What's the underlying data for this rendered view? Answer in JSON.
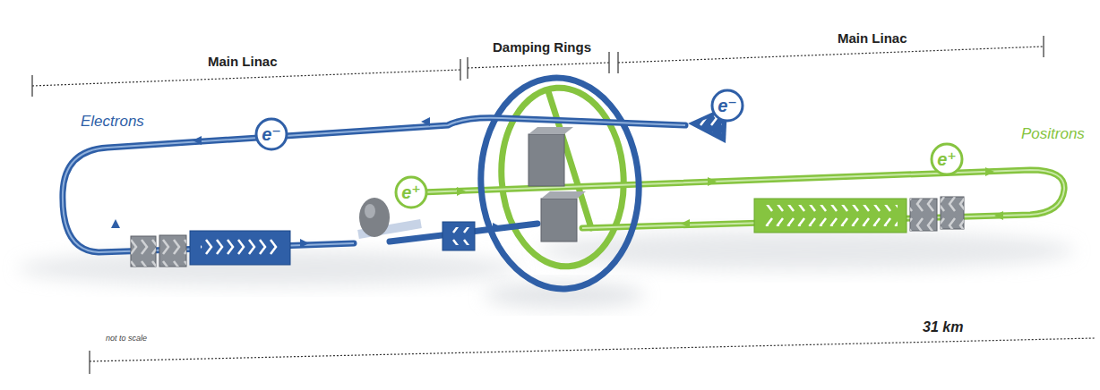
{
  "diagram": {
    "nodes": [
      {
        "text": [
          "e⁻"
        ]
      },
      {
        "text": [
          "e⁻"
        ]
      },
      {
        "text": [
          "e⁺"
        ]
      },
      {
        "text": [
          "e⁺"
        ]
      }
    ],
    "labels": [
      "Main Linac",
      "Damping Rings",
      "Main Linac",
      "Electrons",
      "Positrons",
      "31 km",
      "not to scale"
    ]
  }
}
